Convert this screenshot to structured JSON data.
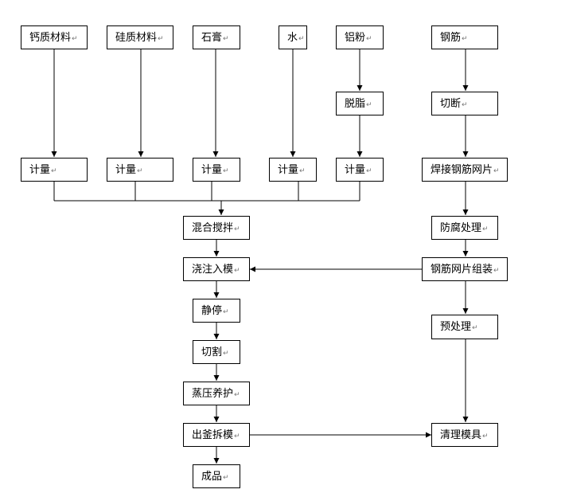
{
  "return_mark": "↵",
  "nodes": {
    "calcium_material": "钙质材料",
    "silica_material": "硅质材料",
    "gypsum": "石膏",
    "water": "水",
    "aluminum_powder": "铝粉",
    "rebar": "钢筋",
    "degrease": "脱脂",
    "cut_rebar": "切断",
    "measure_1": "计量",
    "measure_2": "计量",
    "measure_3": "计量",
    "measure_4": "计量",
    "measure_5": "计量",
    "weld_mesh": "焊接钢筋网片",
    "mix_stir": "混合搅拌",
    "anticorrosion": "防腐处理",
    "pour_mold": "浇注入模",
    "mesh_assembly": "钢筋网片组装",
    "rest": "静停",
    "pretreatment": "预处理",
    "cutting": "切割",
    "autoclave_cure": "蒸压养护",
    "demold": "出釜拆模",
    "clean_mold": "清理模具",
    "finished_product": "成品"
  }
}
